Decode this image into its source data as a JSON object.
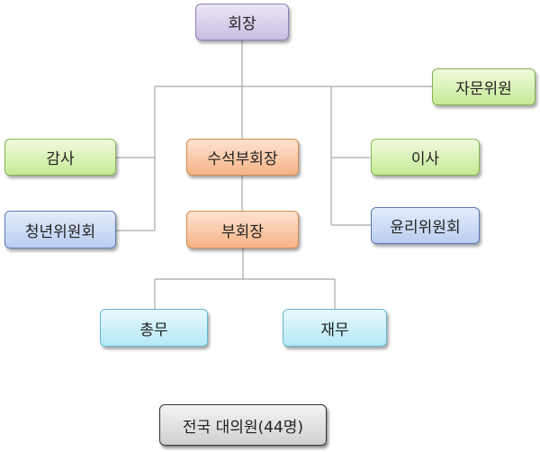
{
  "nodes": {
    "chairman": "회장",
    "advisory_committee": "자문위원",
    "auditor": "감사",
    "senior_vice_chairman": "수석부회장",
    "director": "이사",
    "youth_committee": "청년위원회",
    "vice_chairman": "부회장",
    "ethics_committee": "윤리위원회",
    "general_affairs": "총무",
    "finance": "재무",
    "national_delegates": "전국 대의원(44명)"
  },
  "colors": {
    "top": "#d4c8ea",
    "advisory": "#d6f2b0",
    "vice": "#f9c7a3",
    "committee": "#c9d9f5",
    "staff": "#c6eef8",
    "delegates": "#dedede",
    "connector": "#a6a6a6"
  }
}
